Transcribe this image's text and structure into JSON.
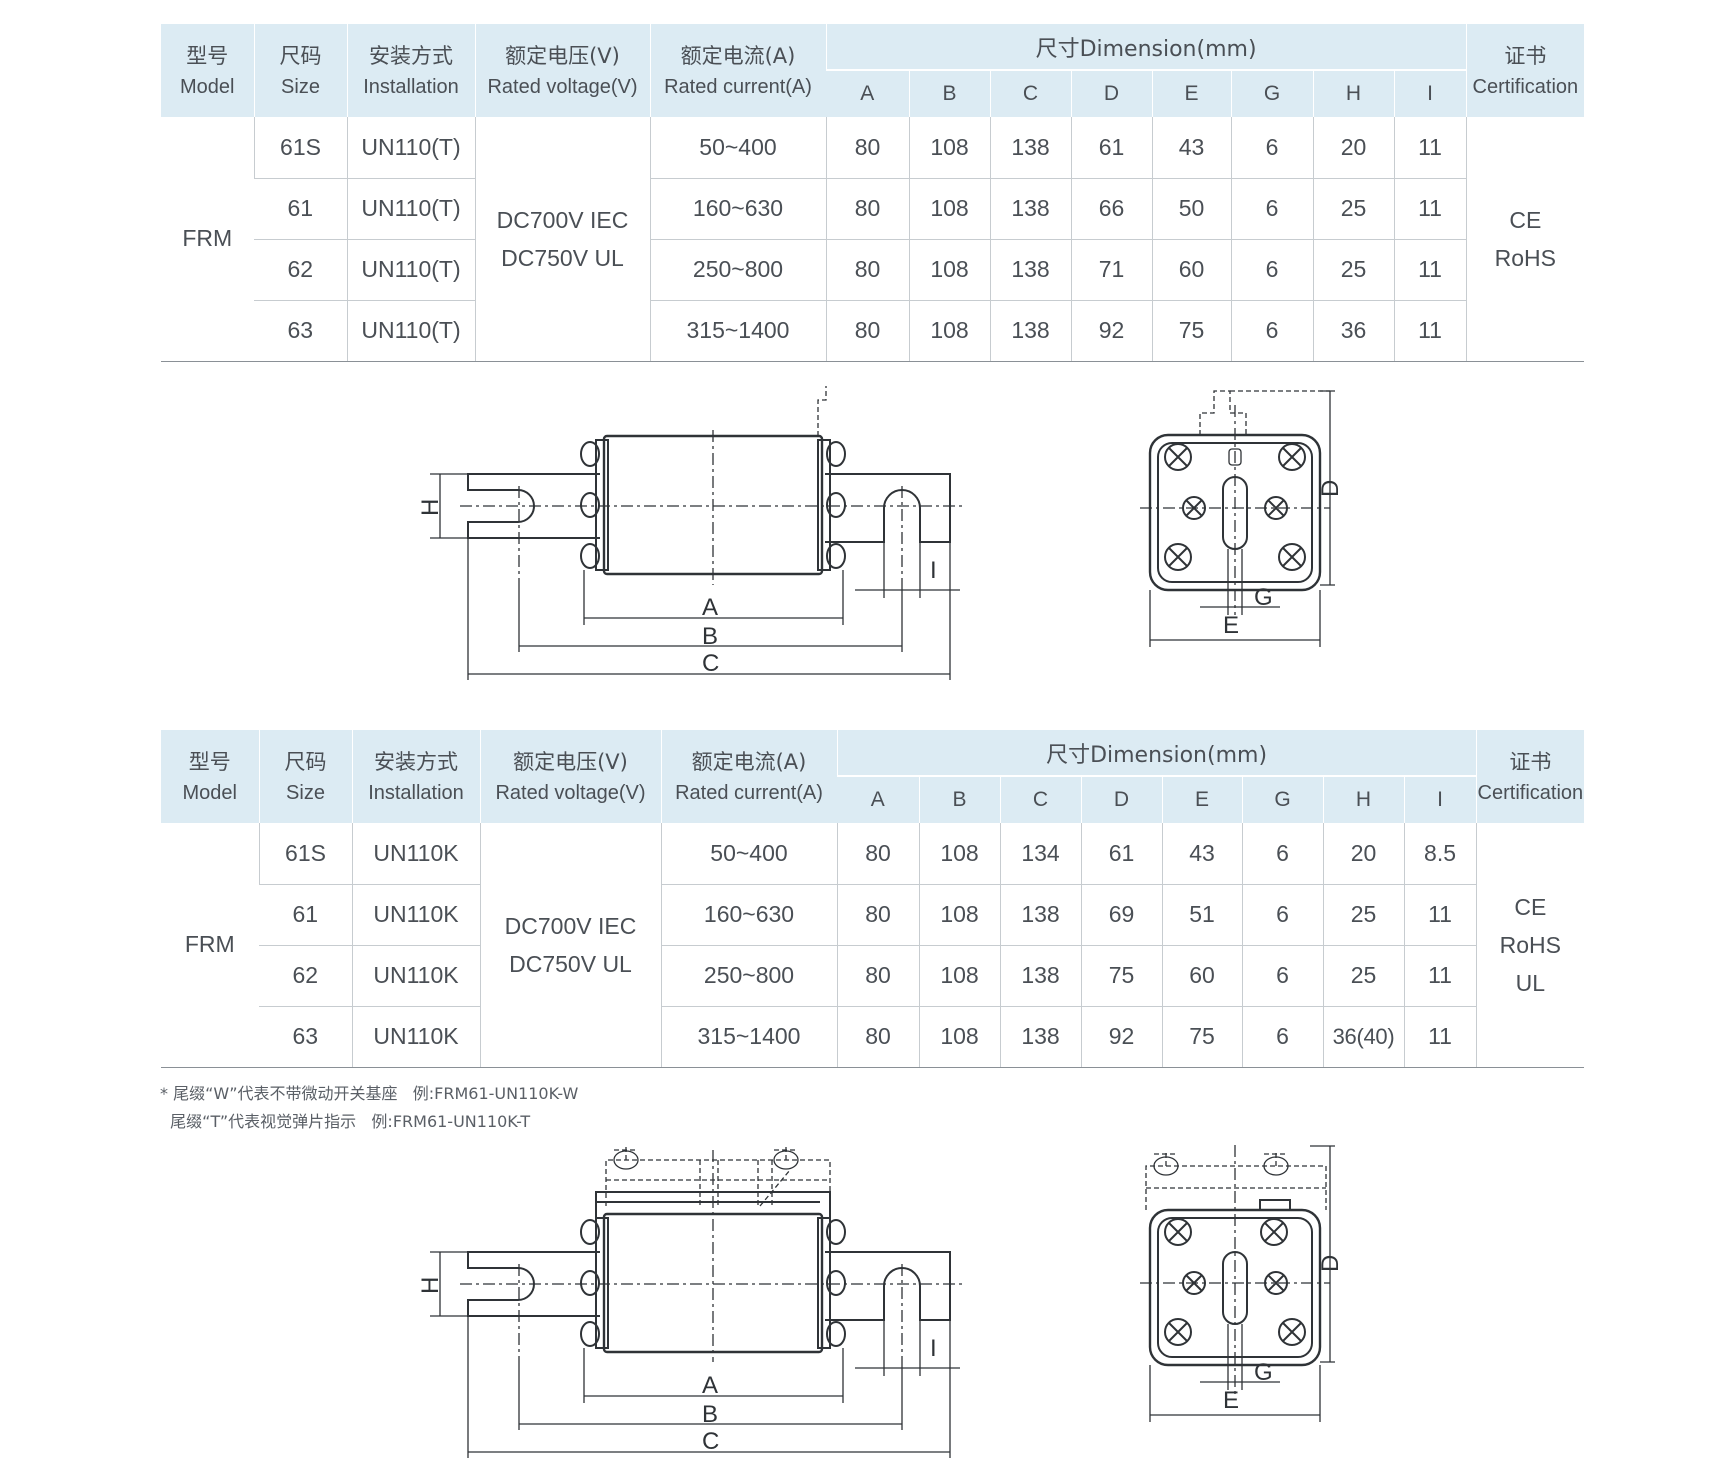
{
  "headers": {
    "model_cn": "型号",
    "model_en": "Model",
    "size_cn": "尺码",
    "size_en": "Size",
    "install_cn": "安装方式",
    "install_en": "Installation",
    "voltage_cn": "额定电压(V)",
    "voltage_en": "Rated voltage(V)",
    "current_cn": "额定电流(A)",
    "current_en": "Rated current(A)",
    "dimension": "尺寸Dimension(mm)",
    "cert_cn": "证书",
    "cert_en": "Certification",
    "dims": [
      "A",
      "B",
      "C",
      "D",
      "E",
      "G",
      "H",
      "I"
    ]
  },
  "table1": {
    "model": "FRM",
    "voltage": [
      "DC700V IEC",
      "DC750V UL"
    ],
    "cert": [
      "CE",
      "RoHS"
    ],
    "rows": [
      {
        "size": "61S",
        "install": "UN110(T)",
        "current": "50~400",
        "dims": [
          "80",
          "108",
          "138",
          "61",
          "43",
          "6",
          "20",
          "11"
        ]
      },
      {
        "size": "61",
        "install": "UN110(T)",
        "current": "160~630",
        "dims": [
          "80",
          "108",
          "138",
          "66",
          "50",
          "6",
          "25",
          "11"
        ]
      },
      {
        "size": "62",
        "install": "UN110(T)",
        "current": "250~800",
        "dims": [
          "80",
          "108",
          "138",
          "71",
          "60",
          "6",
          "25",
          "11"
        ]
      },
      {
        "size": "63",
        "install": "UN110(T)",
        "current": "315~1400",
        "dims": [
          "80",
          "108",
          "138",
          "92",
          "75",
          "6",
          "36",
          "11"
        ]
      }
    ]
  },
  "table2": {
    "model": "FRM",
    "voltage": [
      "DC700V IEC",
      "DC750V UL"
    ],
    "cert": [
      "CE",
      "RoHS",
      "UL"
    ],
    "rows": [
      {
        "size": "61S",
        "install": "UN110K",
        "current": "50~400",
        "dims": [
          "80",
          "108",
          "134",
          "61",
          "43",
          "6",
          "20",
          "8.5"
        ]
      },
      {
        "size": "61",
        "install": "UN110K",
        "current": "160~630",
        "dims": [
          "80",
          "108",
          "138",
          "69",
          "51",
          "6",
          "25",
          "11"
        ]
      },
      {
        "size": "62",
        "install": "UN110K",
        "current": "250~800",
        "dims": [
          "80",
          "108",
          "138",
          "75",
          "60",
          "6",
          "25",
          "11"
        ]
      },
      {
        "size": "63",
        "install": "UN110K",
        "current": "315~1400",
        "dims": [
          "80",
          "108",
          "138",
          "92",
          "75",
          "6",
          "36(40)",
          "11"
        ]
      }
    ]
  },
  "notes": {
    "line1": "* 尾缀“W”代表不带微动开关基座   例:FRM61-UN110K-W",
    "line2": "  尾缀“T”代表视觉弹片指示   例:FRM61-UN110K-T"
  },
  "drawing_labels": {
    "A": "A",
    "B": "B",
    "C": "C",
    "D": "D",
    "E": "E",
    "G": "G",
    "H": "H",
    "I": "I"
  }
}
